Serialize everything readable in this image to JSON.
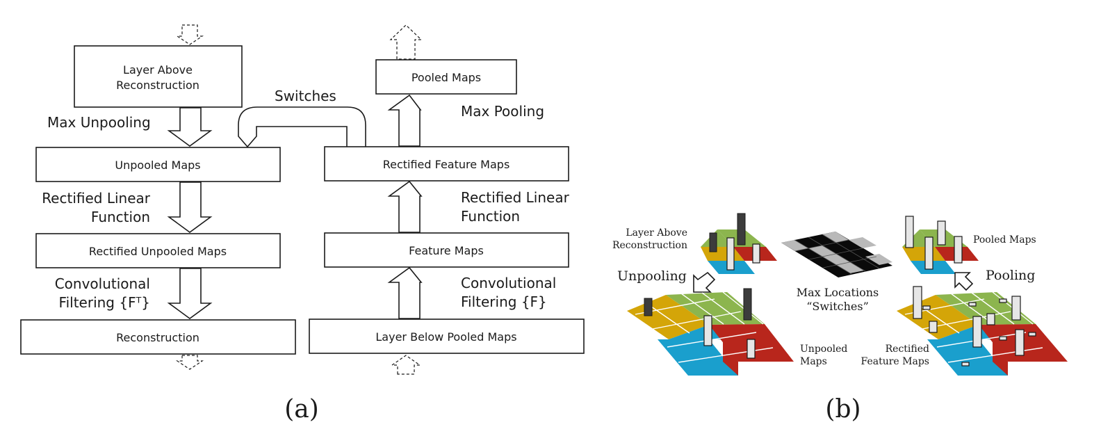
{
  "panel_a": {
    "label": "(a)",
    "boxes": {
      "layer_above": [
        "Layer Above",
        "Reconstruction"
      ],
      "unpooled_maps": "Unpooled Maps",
      "rectified_unpooled_maps": "Rectified Unpooled Maps",
      "reconstruction": "Reconstruction",
      "pooled_maps": "Pooled Maps",
      "rectified_feature_maps": "Rectified Feature Maps",
      "feature_maps": "Feature Maps",
      "layer_below": "Layer Below Pooled Maps"
    },
    "steps": {
      "max_unpooling": "Max Unpooling",
      "rectified_linear_left": [
        "Rectified Linear",
        "Function"
      ],
      "convolutional_left": [
        "Convolutional",
        "Filtering {Fᵀ}"
      ],
      "switches": "Switches",
      "max_pooling": "Max Pooling",
      "rectified_linear_right": [
        "Rectified Linear",
        "Function"
      ],
      "convolutional_right": [
        "Convolutional",
        "Filtering {F}"
      ]
    }
  },
  "panel_b": {
    "label": "(b)",
    "labels": {
      "layer_above": [
        "Layer Above",
        "Reconstruction"
      ],
      "unpooling": "Unpooling",
      "unpooled_maps": [
        "Unpooled",
        "Maps"
      ],
      "max_locations": [
        "Max Locations",
        "“Switches”"
      ],
      "pooled_maps": "Pooled Maps",
      "pooling": "Pooling",
      "rectified_feature_maps": [
        "Rectified",
        "Feature Maps"
      ]
    },
    "colors": {
      "green": "#8cb54e",
      "yellow": "#d4a508",
      "blue": "#1a9fcd",
      "red": "#b8261c",
      "switch_on": "#b9b9b9",
      "switch_off": "#0a0a0a"
    }
  }
}
